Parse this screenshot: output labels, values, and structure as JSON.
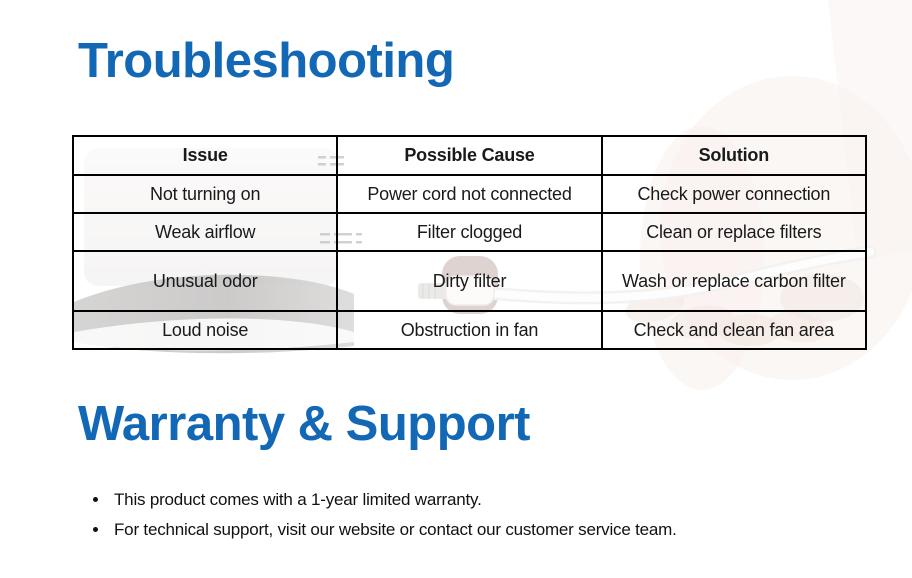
{
  "colors": {
    "heading_accent": "#1268B5",
    "table_border": "#000000",
    "body_text": "#1a1a1a"
  },
  "troubleshooting": {
    "title": "Troubleshooting",
    "table": {
      "headers": [
        "Issue",
        "Possible Cause",
        "Solution"
      ],
      "rows": [
        [
          "Not turning on",
          "Power cord not connected",
          "Check power connection"
        ],
        [
          "Weak airflow",
          "Filter clogged",
          "Clean or replace filters"
        ],
        [
          "Unusual odor",
          "Dirty filter",
          "Wash or replace carbon filter"
        ],
        [
          "Loud noise",
          "Obstruction in fan",
          "Check and clean fan area"
        ]
      ]
    }
  },
  "warranty": {
    "title": "Warranty & Support",
    "bullets": [
      "This product comes with a 1-year limited warranty.",
      "For technical support, visit our website or contact our customer service team."
    ]
  }
}
